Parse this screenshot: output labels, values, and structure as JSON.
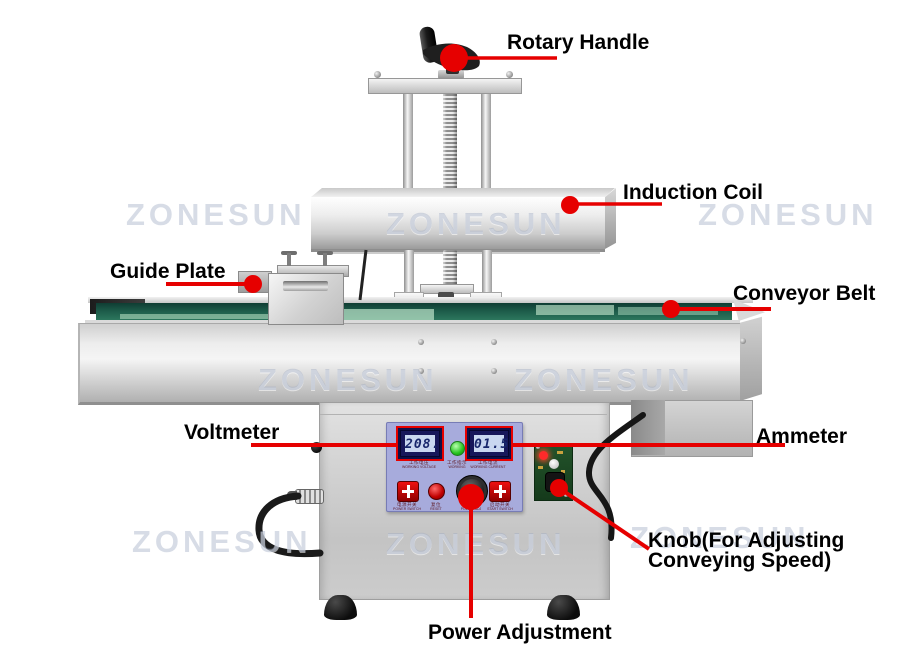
{
  "watermark": {
    "text": "ZONESUN"
  },
  "annotations": {
    "rotary_handle": {
      "label": "Rotary Handle"
    },
    "induction_coil": {
      "label": "Induction Coil"
    },
    "guide_plate": {
      "label": "Guide Plate"
    },
    "conveyor_belt": {
      "label": "Conveyor Belt"
    },
    "voltmeter": {
      "label": "Voltmeter"
    },
    "ammeter": {
      "label": "Ammeter"
    },
    "speed_knob": {
      "label_line1": "Knob(For Adjusting",
      "label_line2": "Conveying Speed)"
    },
    "power_adjustment": {
      "label": "Power Adjustment"
    }
  },
  "control_panel": {
    "voltmeter": {
      "value": "208.",
      "label_cn": "工作电压",
      "label_en": "WORKING VOLTAGE"
    },
    "working_indicator": {
      "label_cn": "工作指示",
      "label_en": "WORKING"
    },
    "ammeter": {
      "value": "01.5",
      "label_cn": "工作电流",
      "label_en": "WORKING CURRENT"
    },
    "power_switch": {
      "label_cn": "电源开关",
      "label_en": "POWER SWITCH"
    },
    "reset_button": {
      "label_cn": "复位",
      "label_en": "RESET"
    },
    "power_knob": {
      "label_cn": "调压",
      "label_en": "POWER ADJ"
    },
    "start_switch": {
      "label_cn": "启动开关",
      "label_en": "START SWITCH"
    }
  },
  "colors": {
    "annotation_red": "#e60000",
    "panel_blue": "#a7abdc",
    "belt_green": "#1d5c4a",
    "pcb_green": "#1d4a26",
    "lcd_blue": "#c9d7f0",
    "indicator_green": "#2fc832"
  }
}
